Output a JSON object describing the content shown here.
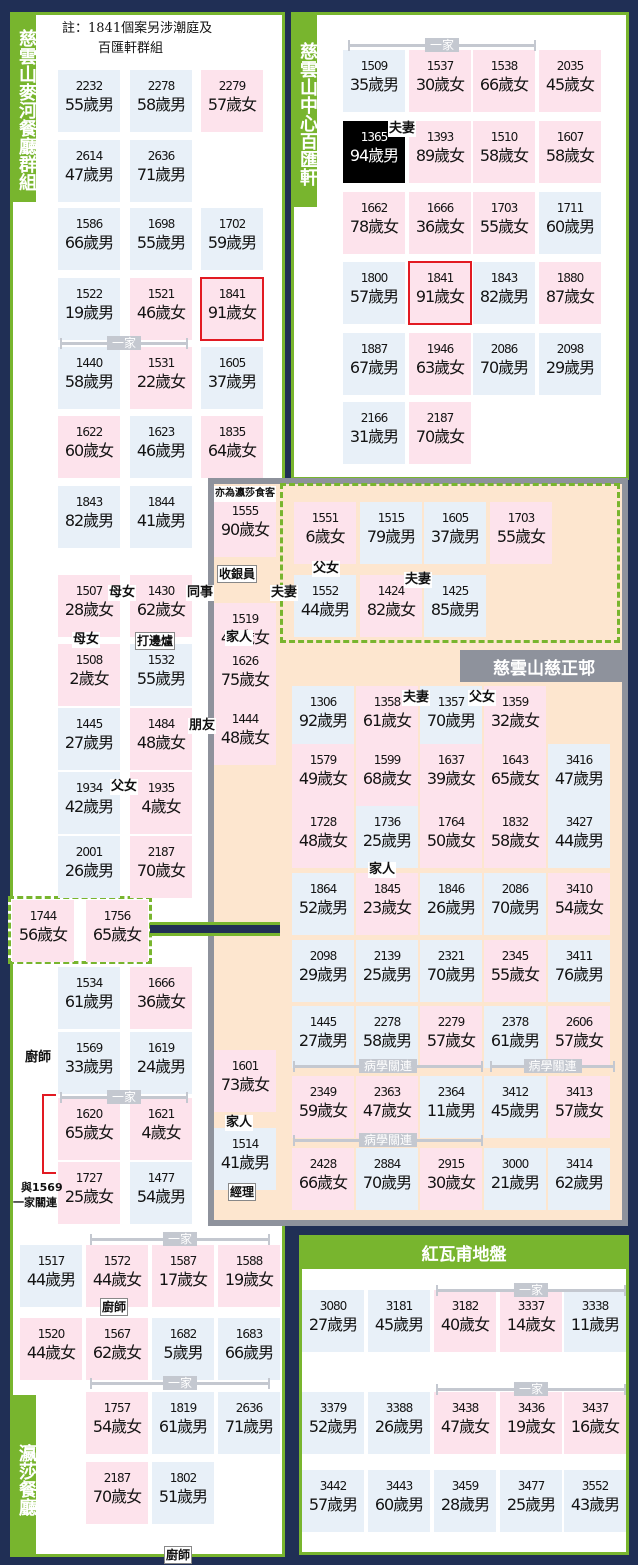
{
  "colors": {
    "background": "#202f55",
    "green": "#78b52e",
    "female": "#fde3ec",
    "male": "#e8f0f8",
    "peach": "#fde6cf",
    "grey": "#8e929c",
    "red": "#e21a22"
  },
  "title_left_top": "慈雲山麥河餐廳群組",
  "title_left_bottom": "瀛莎餐廳",
  "title_right_top": "慈雲山中心百匯軒",
  "title_middle": "慈雲山慈正邨",
  "title_bottom_right": "紅瓦甫地盤",
  "note_line1": "註：1841個案另涉潮庭及",
  "note_line2": "百匯軒群組",
  "left_cells": [
    {
      "id": "2232",
      "age": "55歲男",
      "s": "m"
    },
    {
      "id": "2278",
      "age": "58歲男",
      "s": "m"
    },
    {
      "id": "2279",
      "age": "57歲女",
      "s": "f"
    },
    {
      "id": "2614",
      "age": "47歲男",
      "s": "m"
    },
    {
      "id": "2636",
      "age": "71歲男",
      "s": "m"
    },
    {
      "id": "1586",
      "age": "66歲男",
      "s": "m"
    },
    {
      "id": "1698",
      "age": "55歲男",
      "s": "m"
    },
    {
      "id": "1702",
      "age": "59歲男",
      "s": "m"
    },
    {
      "id": "1522",
      "age": "19歲男",
      "s": "m"
    },
    {
      "id": "1521",
      "age": "46歲女",
      "s": "f"
    },
    {
      "id": "1841",
      "age": "91歲女",
      "s": "f"
    },
    {
      "id": "1440",
      "age": "58歲男",
      "s": "m"
    },
    {
      "id": "1531",
      "age": "22歲女",
      "s": "f"
    },
    {
      "id": "1605",
      "age": "37歲男",
      "s": "m"
    },
    {
      "id": "1622",
      "age": "60歲女",
      "s": "f"
    },
    {
      "id": "1623",
      "age": "46歲男",
      "s": "m"
    },
    {
      "id": "1835",
      "age": "64歲女",
      "s": "f"
    },
    {
      "id": "1843",
      "age": "82歲男",
      "s": "m"
    },
    {
      "id": "1844",
      "age": "41歲男",
      "s": "m"
    },
    {
      "id": "1507",
      "age": "28歲女",
      "s": "f"
    },
    {
      "id": "1430",
      "age": "62歲女",
      "s": "f"
    },
    {
      "id": "1508",
      "age": "2歲女",
      "s": "f"
    },
    {
      "id": "1532",
      "age": "55歲男",
      "s": "m"
    },
    {
      "id": "1445",
      "age": "27歲男",
      "s": "m"
    },
    {
      "id": "1484",
      "age": "48歲女",
      "s": "f"
    },
    {
      "id": "1934",
      "age": "42歲男",
      "s": "m"
    },
    {
      "id": "1935",
      "age": "4歲女",
      "s": "f"
    },
    {
      "id": "2001",
      "age": "26歲男",
      "s": "m"
    },
    {
      "id": "2187",
      "age": "70歲女",
      "s": "f"
    },
    {
      "id": "1744",
      "age": "56歲女",
      "s": "f"
    },
    {
      "id": "1756",
      "age": "65歲女",
      "s": "f"
    },
    {
      "id": "1534",
      "age": "61歲男",
      "s": "m"
    },
    {
      "id": "1666",
      "age": "36歲女",
      "s": "f"
    },
    {
      "id": "1569",
      "age": "33歲男",
      "s": "m"
    },
    {
      "id": "1619",
      "age": "24歲男",
      "s": "m"
    },
    {
      "id": "1620",
      "age": "65歲女",
      "s": "f"
    },
    {
      "id": "1621",
      "age": "4歲女",
      "s": "f"
    },
    {
      "id": "1727",
      "age": "25歲女",
      "s": "f"
    },
    {
      "id": "1477",
      "age": "54歲男",
      "s": "m"
    }
  ],
  "mid_cells": [
    {
      "id": "1555",
      "age": "90歲女",
      "s": "f"
    },
    {
      "id": "1519",
      "age": "41歲女",
      "s": "f"
    },
    {
      "id": "1626",
      "age": "75歲女",
      "s": "f"
    },
    {
      "id": "1444",
      "age": "48歲女",
      "s": "f"
    },
    {
      "id": "1601",
      "age": "73歲女",
      "s": "f"
    },
    {
      "id": "1514",
      "age": "41歲男",
      "s": "m"
    }
  ],
  "bottom_left_cells": [
    {
      "id": "1517",
      "age": "44歲男",
      "s": "m"
    },
    {
      "id": "1572",
      "age": "44歲女",
      "s": "f"
    },
    {
      "id": "1587",
      "age": "17歲女",
      "s": "f"
    },
    {
      "id": "1588",
      "age": "19歲女",
      "s": "f"
    },
    {
      "id": "1520",
      "age": "44歲女",
      "s": "f"
    },
    {
      "id": "1567",
      "age": "62歲女",
      "s": "f"
    },
    {
      "id": "1682",
      "age": "5歲男",
      "s": "m"
    },
    {
      "id": "1683",
      "age": "66歲男",
      "s": "m"
    },
    {
      "id": "1757",
      "age": "54歲女",
      "s": "f"
    },
    {
      "id": "1819",
      "age": "61歲男",
      "s": "m"
    },
    {
      "id": "2636",
      "age": "71歲男",
      "s": "m"
    },
    {
      "id": "2187",
      "age": "70歲女",
      "s": "f"
    },
    {
      "id": "1802",
      "age": "51歲男",
      "s": "m"
    }
  ],
  "right_cells": [
    {
      "id": "1509",
      "age": "35歲男",
      "s": "m"
    },
    {
      "id": "1537",
      "age": "30歲女",
      "s": "f"
    },
    {
      "id": "1538",
      "age": "66歲女",
      "s": "f"
    },
    {
      "id": "2035",
      "age": "45歲女",
      "s": "f"
    },
    {
      "id": "1365",
      "age": "94歲男",
      "s": "hl"
    },
    {
      "id": "1393",
      "age": "89歲女",
      "s": "f"
    },
    {
      "id": "1510",
      "age": "58歲女",
      "s": "f"
    },
    {
      "id": "1607",
      "age": "58歲女",
      "s": "f"
    },
    {
      "id": "1662",
      "age": "78歲女",
      "s": "f"
    },
    {
      "id": "1666",
      "age": "36歲女",
      "s": "f"
    },
    {
      "id": "1703",
      "age": "55歲女",
      "s": "f"
    },
    {
      "id": "1711",
      "age": "60歲男",
      "s": "m"
    },
    {
      "id": "1800",
      "age": "57歲男",
      "s": "m"
    },
    {
      "id": "1841",
      "age": "91歲女",
      "s": "f"
    },
    {
      "id": "1843",
      "age": "82歲男",
      "s": "m"
    },
    {
      "id": "1880",
      "age": "87歲女",
      "s": "f"
    },
    {
      "id": "1887",
      "age": "67歲男",
      "s": "m"
    },
    {
      "id": "1946",
      "age": "63歲女",
      "s": "f"
    },
    {
      "id": "2086",
      "age": "70歲男",
      "s": "m"
    },
    {
      "id": "2098",
      "age": "29歲男",
      "s": "m"
    },
    {
      "id": "2166",
      "age": "31歲男",
      "s": "m"
    },
    {
      "id": "2187",
      "age": "70歲女",
      "s": "f"
    }
  ],
  "peach_top_cells": [
    {
      "id": "1551",
      "age": "6歲女",
      "s": "f"
    },
    {
      "id": "1515",
      "age": "79歲男",
      "s": "m"
    },
    {
      "id": "1605",
      "age": "37歲男",
      "s": "m"
    },
    {
      "id": "1703",
      "age": "55歲女",
      "s": "f"
    },
    {
      "id": "1552",
      "age": "44歲男",
      "s": "m"
    },
    {
      "id": "1424",
      "age": "82歲女",
      "s": "f"
    },
    {
      "id": "1425",
      "age": "85歲男",
      "s": "m"
    }
  ],
  "peach_cells": [
    {
      "id": "1306",
      "age": "92歲男",
      "s": "m"
    },
    {
      "id": "1358",
      "age": "61歲女",
      "s": "f"
    },
    {
      "id": "1357",
      "age": "70歲男",
      "s": "m"
    },
    {
      "id": "1359",
      "age": "32歲女",
      "s": "f"
    },
    {
      "id": "1579",
      "age": "49歲女",
      "s": "f"
    },
    {
      "id": "1599",
      "age": "68歲女",
      "s": "f"
    },
    {
      "id": "1637",
      "age": "39歲女",
      "s": "f"
    },
    {
      "id": "1643",
      "age": "65歲女",
      "s": "f"
    },
    {
      "id": "3416",
      "age": "47歲男",
      "s": "m"
    },
    {
      "id": "1728",
      "age": "48歲女",
      "s": "f"
    },
    {
      "id": "1736",
      "age": "25歲男",
      "s": "m"
    },
    {
      "id": "1764",
      "age": "50歲女",
      "s": "f"
    },
    {
      "id": "1832",
      "age": "58歲女",
      "s": "f"
    },
    {
      "id": "3427",
      "age": "44歲男",
      "s": "m"
    },
    {
      "id": "1864",
      "age": "52歲男",
      "s": "m"
    },
    {
      "id": "1845",
      "age": "23歲女",
      "s": "f"
    },
    {
      "id": "1846",
      "age": "26歲男",
      "s": "m"
    },
    {
      "id": "2086",
      "age": "70歲男",
      "s": "m"
    },
    {
      "id": "3410",
      "age": "54歲女",
      "s": "f"
    },
    {
      "id": "2098",
      "age": "29歲男",
      "s": "m"
    },
    {
      "id": "2139",
      "age": "25歲男",
      "s": "m"
    },
    {
      "id": "2321",
      "age": "70歲男",
      "s": "m"
    },
    {
      "id": "2345",
      "age": "55歲女",
      "s": "f"
    },
    {
      "id": "3411",
      "age": "76歲男",
      "s": "m"
    },
    {
      "id": "1445",
      "age": "27歲男",
      "s": "m"
    },
    {
      "id": "2278",
      "age": "58歲男",
      "s": "m"
    },
    {
      "id": "2279",
      "age": "57歲女",
      "s": "f"
    },
    {
      "id": "2378",
      "age": "61歲男",
      "s": "m"
    },
    {
      "id": "2606",
      "age": "57歲女",
      "s": "f"
    },
    {
      "id": "2349",
      "age": "59歲女",
      "s": "f"
    },
    {
      "id": "2363",
      "age": "47歲女",
      "s": "f"
    },
    {
      "id": "2364",
      "age": "11歲男",
      "s": "m"
    },
    {
      "id": "3412",
      "age": "45歲男",
      "s": "m"
    },
    {
      "id": "3413",
      "age": "57歲女",
      "s": "f"
    },
    {
      "id": "2428",
      "age": "66歲女",
      "s": "f"
    },
    {
      "id": "2884",
      "age": "70歲男",
      "s": "m"
    },
    {
      "id": "2915",
      "age": "30歲女",
      "s": "f"
    },
    {
      "id": "3000",
      "age": "21歲男",
      "s": "m"
    },
    {
      "id": "3414",
      "age": "62歲男",
      "s": "m"
    }
  ],
  "br_cells": [
    {
      "id": "3080",
      "age": "27歲男",
      "s": "m"
    },
    {
      "id": "3181",
      "age": "45歲男",
      "s": "m"
    },
    {
      "id": "3182",
      "age": "40歲女",
      "s": "f"
    },
    {
      "id": "3337",
      "age": "14歲女",
      "s": "f"
    },
    {
      "id": "3338",
      "age": "11歲男",
      "s": "m"
    },
    {
      "id": "3379",
      "age": "52歲男",
      "s": "m"
    },
    {
      "id": "3388",
      "age": "26歲男",
      "s": "m"
    },
    {
      "id": "3438",
      "age": "47歲女",
      "s": "f"
    },
    {
      "id": "3436",
      "age": "19歲女",
      "s": "f"
    },
    {
      "id": "3437",
      "age": "16歲女",
      "s": "f"
    },
    {
      "id": "3442",
      "age": "57歲男",
      "s": "m"
    },
    {
      "id": "3443",
      "age": "60歲男",
      "s": "m"
    },
    {
      "id": "3459",
      "age": "28歲男",
      "s": "m"
    },
    {
      "id": "3477",
      "age": "25歲男",
      "s": "m"
    },
    {
      "id": "3552",
      "age": "43歲男",
      "s": "m"
    }
  ],
  "labels": {
    "family": "一家",
    "couple": "夫妻",
    "mother_daughter": "母女",
    "father_daughter": "父女",
    "colleague": "同事",
    "friend": "朋友",
    "relatives": "家人",
    "cashier": "收銀員",
    "fishball": "打邊爐",
    "chef": "廚師",
    "manager": "經理",
    "disease": "病學關連",
    "link_1569": "與1569",
    "link_family": "一家關連",
    "also_staff": "亦為瀛莎食客"
  }
}
